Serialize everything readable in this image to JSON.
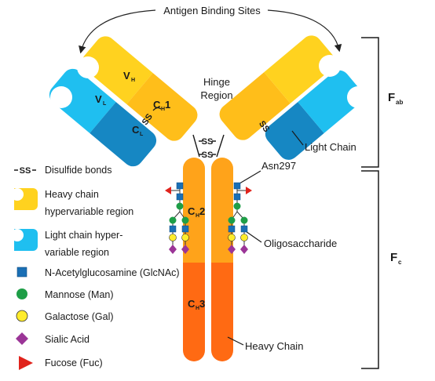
{
  "title": "Antigen Binding Sites",
  "labels": {
    "hinge_line1": "Hinge",
    "hinge_line2": "Region",
    "light_chain": "Light Chain",
    "asn297": "Asn297",
    "oligosaccharide": "Oligosaccharide",
    "heavy_chain": "Heavy Chain"
  },
  "domains": {
    "vh": "V",
    "vh_sub": "H",
    "vl": "V",
    "vl_sub": "L",
    "ch1": "C",
    "ch1_sub": "H",
    "ch1_num": "1",
    "cl": "C",
    "cl_sub": "L",
    "ch2": "C",
    "ch2_sub": "H",
    "ch2_num": "2",
    "ch3": "C",
    "ch3_sub": "H",
    "ch3_num": "3"
  },
  "disulfide": "SS",
  "regions": {
    "fab": "F",
    "fab_sub": "ab",
    "fc": "F",
    "fc_sub": "c"
  },
  "legend": [
    {
      "icon": "disulfide-bond-icon",
      "text": "Disulfide bonds"
    },
    {
      "icon": "heavy-chain-hypervariable-icon",
      "text": "Heavy chain",
      "text2": "hypervariable region"
    },
    {
      "icon": "light-chain-hypervariable-icon",
      "text": "Light chain hyper-",
      "text2": "variable region"
    },
    {
      "icon": "blue-square-icon",
      "text": "N-Acetylglucosamine (GlcNAc)"
    },
    {
      "icon": "green-circle-icon",
      "text": "Mannose (Man)"
    },
    {
      "icon": "yellow-circle-icon",
      "text": "Galactose (Gal)"
    },
    {
      "icon": "purple-diamond-icon",
      "text": "Sialic Acid"
    },
    {
      "icon": "red-triangle-icon",
      "text": "Fucose (Fuc)"
    }
  ],
  "colors": {
    "heavy_yellow": "#ffd21f",
    "light_cyan": "#1fbff0",
    "light_blue": "#1687c3",
    "fc_orange": "#ffa31a",
    "fc_dark_orange": "#ff6a13",
    "glcnac": "#1a6fb5",
    "mannose": "#1e9e47",
    "galactose": "#ffec2b",
    "sialic": "#9b3597",
    "fucose": "#e0231c"
  }
}
